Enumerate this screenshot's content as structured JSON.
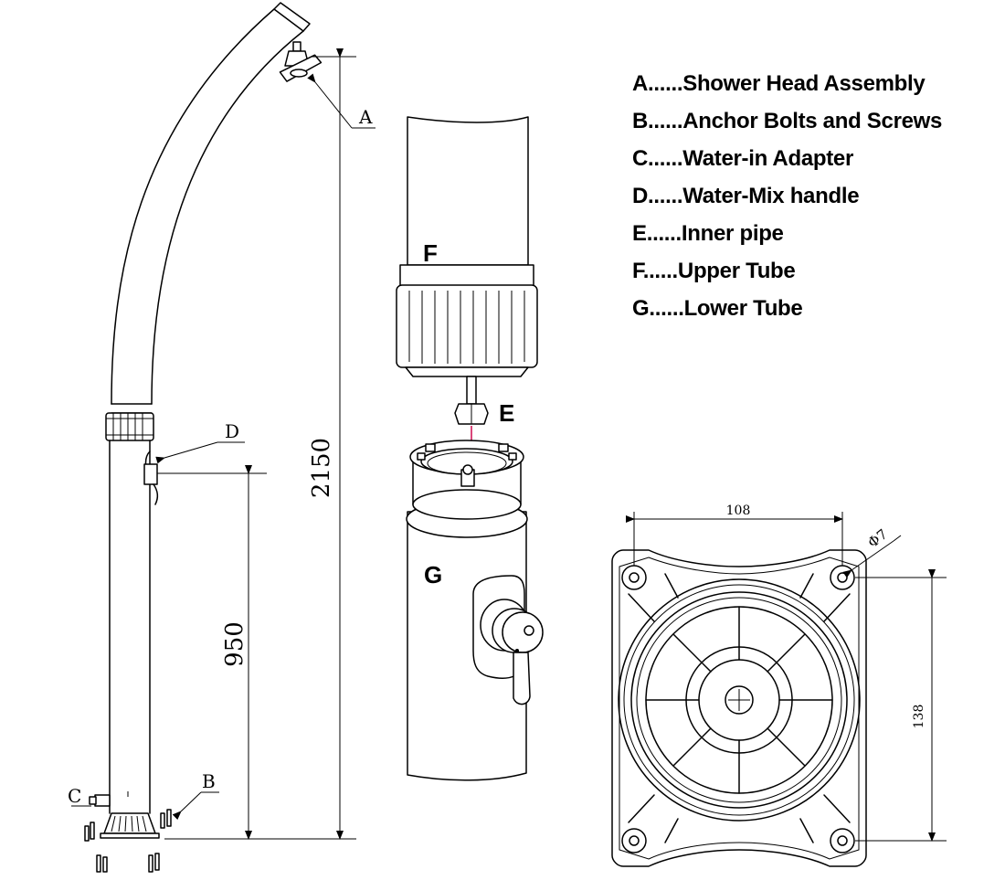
{
  "legend": [
    {
      "key": "A",
      "text": "A......Shower Head Assembly"
    },
    {
      "key": "B",
      "text": "B......Anchor Bolts and Screws"
    },
    {
      "key": "C",
      "text": "C......Water-in Adapter"
    },
    {
      "key": "D",
      "text": "D......Water-Mix handle"
    },
    {
      "key": "E",
      "text": "E......Inner pipe"
    },
    {
      "key": "F",
      "text": "F......Upper Tube"
    },
    {
      "key": "G",
      "text": "G......Lower Tube"
    }
  ],
  "callouts": {
    "a": "A",
    "b": "B",
    "c": "C",
    "d": "D"
  },
  "dimensions": {
    "total_height": "2150",
    "handle_height": "950",
    "base_width": "108",
    "hole_diameter": "Φ7",
    "base_depth": "138"
  },
  "part_labels": {
    "upper_tube": "F",
    "inner_pipe": "E",
    "lower_tube": "G"
  },
  "colors": {
    "line": "#000000",
    "arrow": "#d6336c"
  }
}
